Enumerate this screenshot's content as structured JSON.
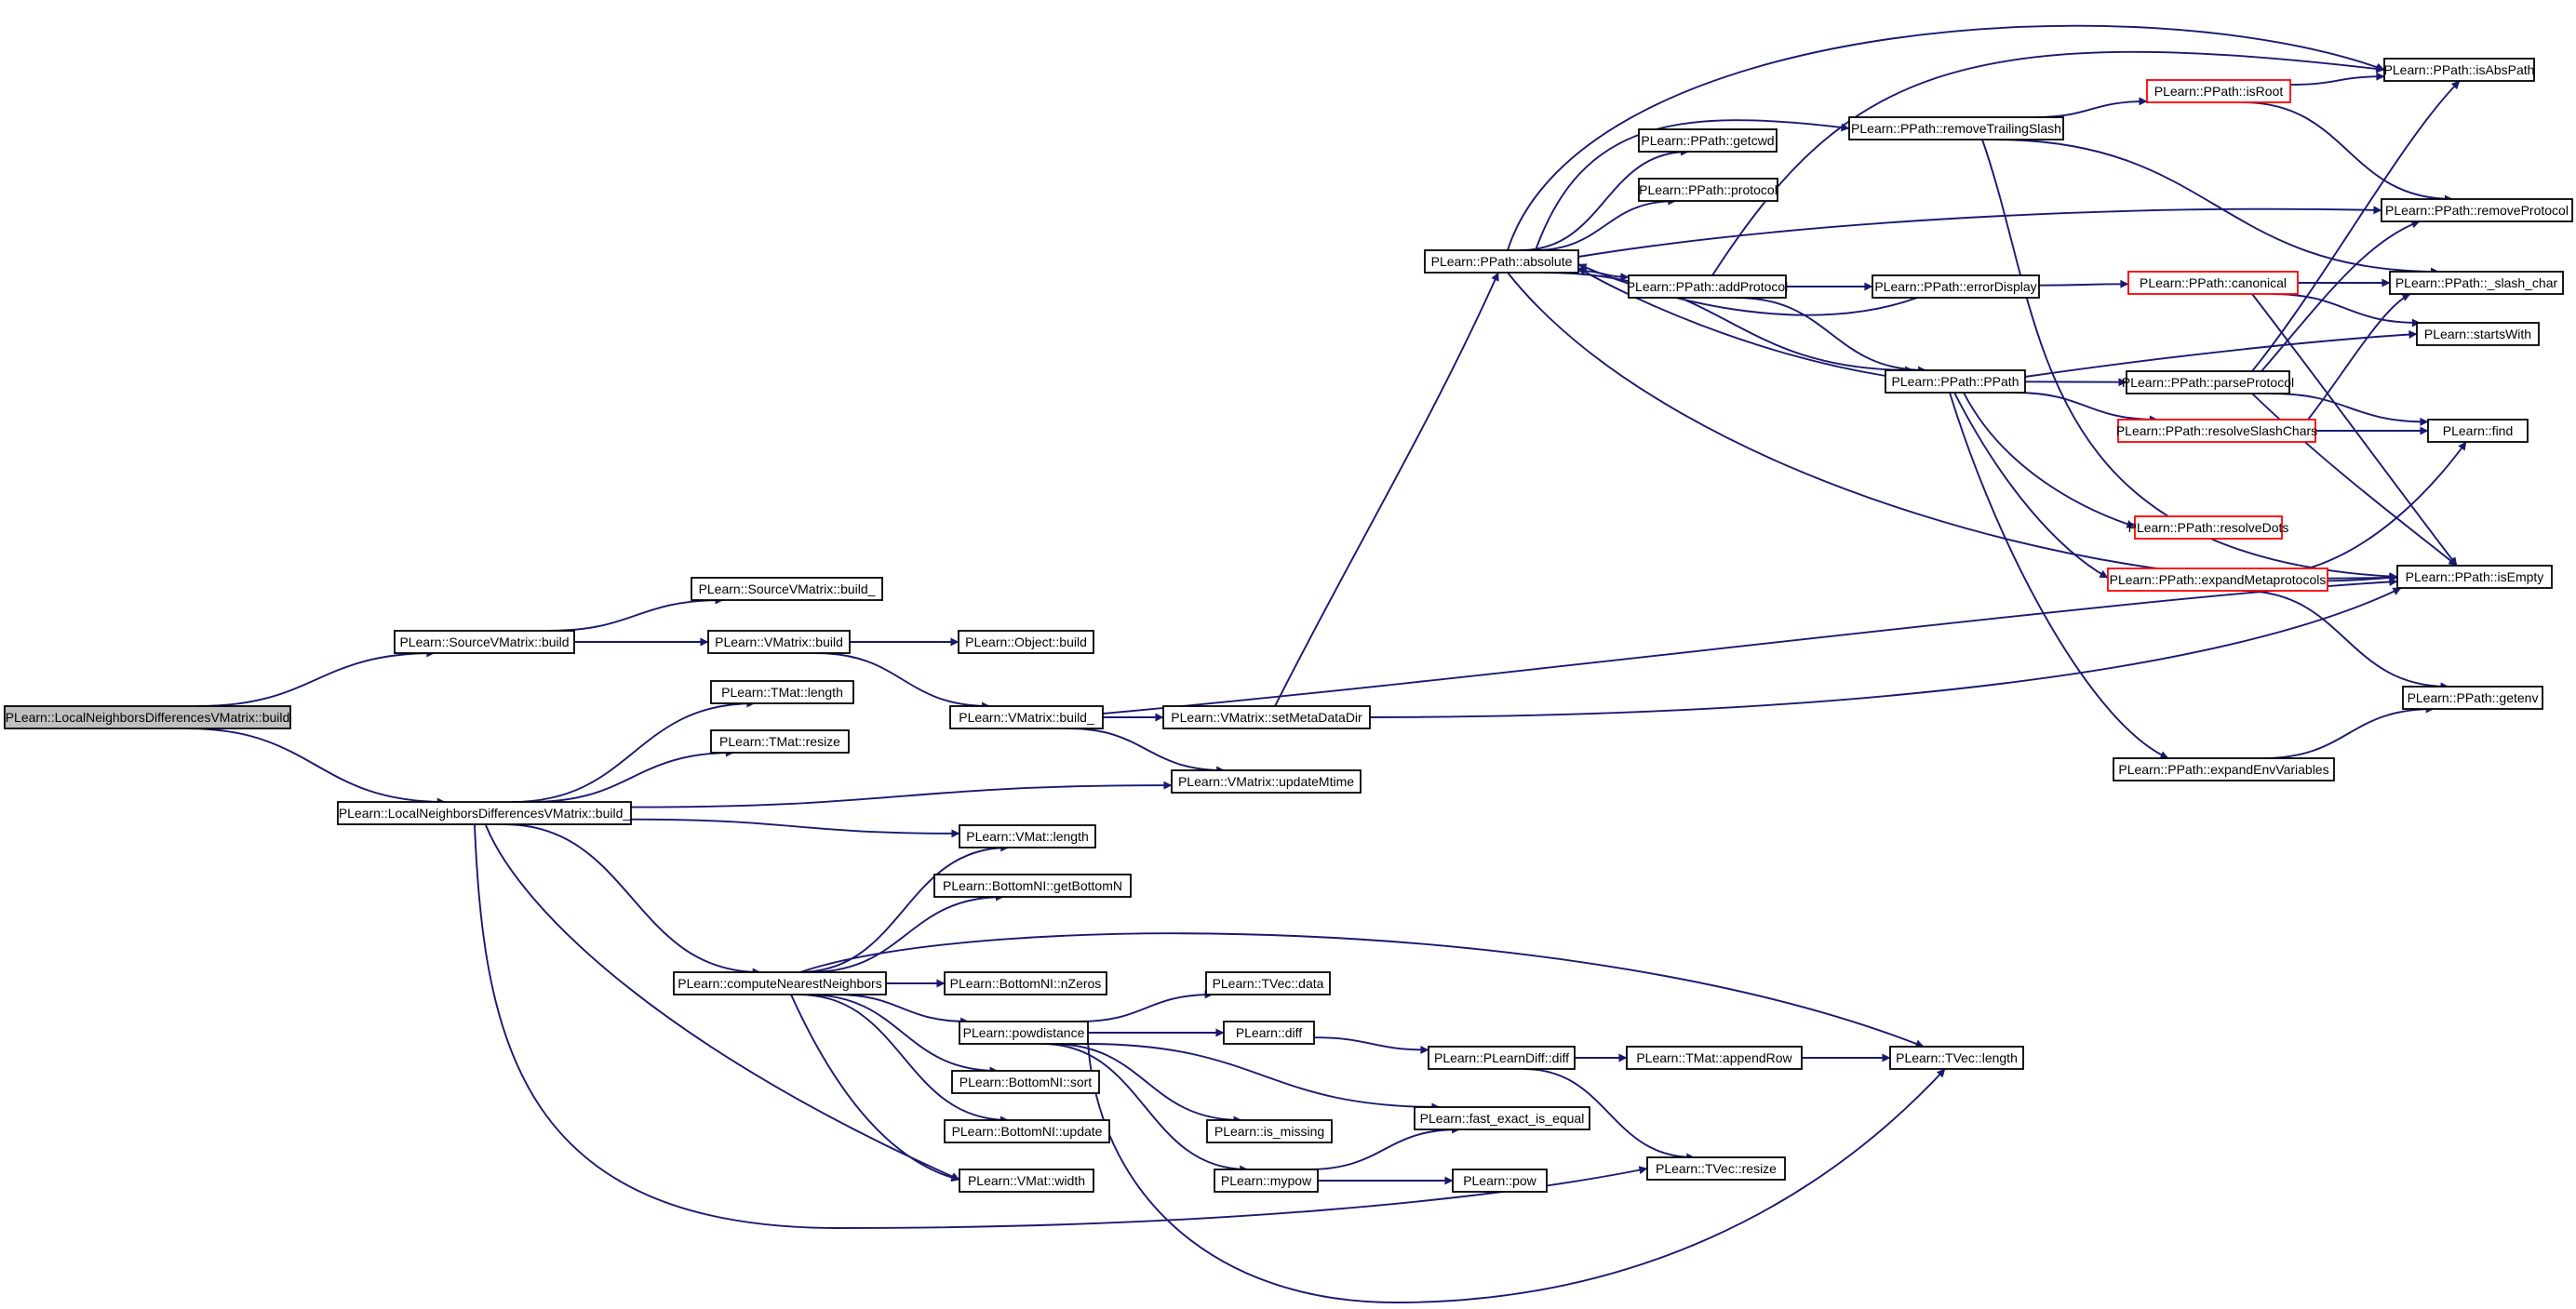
{
  "colors": {
    "edge": "#191970",
    "node_border": "#000000",
    "truncated_border": "#ff0000",
    "root_fill": "#bfbfbf",
    "background": "#ffffff"
  },
  "nodes": [
    {
      "id": "n_lndvm_build",
      "label": "PLearn::LocalNeighborsDifferencesVMatrix::build",
      "kind": "root"
    },
    {
      "id": "n_svm_build",
      "label": "PLearn::SourceVMatrix::build"
    },
    {
      "id": "n_lndvm_build_",
      "label": "PLearn::LocalNeighborsDifferencesVMatrix::build_"
    },
    {
      "id": "n_svm_build_",
      "label": "PLearn::SourceVMatrix::build_"
    },
    {
      "id": "n_vmatrix_build",
      "label": "PLearn::VMatrix::build"
    },
    {
      "id": "n_tmat_length",
      "label": "PLearn::TMat::length"
    },
    {
      "id": "n_tmat_resize",
      "label": "PLearn::TMat::resize"
    },
    {
      "id": "n_cnn",
      "label": "PLearn::computeNearestNeighbors"
    },
    {
      "id": "n_object_build",
      "label": "PLearn::Object::build"
    },
    {
      "id": "n_vmatrix_build_",
      "label": "PLearn::VMatrix::build_"
    },
    {
      "id": "n_vmat_length",
      "label": "PLearn::VMat::length"
    },
    {
      "id": "n_getbottomn",
      "label": "PLearn::BottomNI::getBottomN"
    },
    {
      "id": "n_nzeros",
      "label": "PLearn::BottomNI::nZeros"
    },
    {
      "id": "n_powdistance",
      "label": "PLearn::powdistance"
    },
    {
      "id": "n_bn_sort",
      "label": "PLearn::BottomNI::sort"
    },
    {
      "id": "n_bn_update",
      "label": "PLearn::BottomNI::update"
    },
    {
      "id": "n_vmat_width",
      "label": "PLearn::VMat::width"
    },
    {
      "id": "n_setmetadatadir",
      "label": "PLearn::VMatrix::setMetaDataDir"
    },
    {
      "id": "n_updatemtime",
      "label": "PLearn::VMatrix::updateMtime"
    },
    {
      "id": "n_tvec_data",
      "label": "PLearn::TVec::data"
    },
    {
      "id": "n_diff",
      "label": "PLearn::diff"
    },
    {
      "id": "n_is_missing",
      "label": "PLearn::is_missing"
    },
    {
      "id": "n_mypow",
      "label": "PLearn::mypow"
    },
    {
      "id": "n_absolute",
      "label": "PLearn::PPath::absolute"
    },
    {
      "id": "n_plearndiff",
      "label": "PLearn::PLearnDiff::diff"
    },
    {
      "id": "n_fast_exact",
      "label": "PLearn::fast_exact_is_equal"
    },
    {
      "id": "n_pow",
      "label": "PLearn::pow"
    },
    {
      "id": "n_getcwd",
      "label": "PLearn::PPath::getcwd"
    },
    {
      "id": "n_protocol",
      "label": "PLearn::PPath::protocol"
    },
    {
      "id": "n_addprotocol",
      "label": "PLearn::PPath::addProtocol"
    },
    {
      "id": "n_tmat_appendrow",
      "label": "PLearn::TMat::appendRow"
    },
    {
      "id": "n_tvec_resize",
      "label": "PLearn::TVec::resize"
    },
    {
      "id": "n_removetrailing",
      "label": "PLearn::PPath::removeTrailingSlash"
    },
    {
      "id": "n_errordisplay",
      "label": "PLearn::PPath::errorDisplay"
    },
    {
      "id": "n_ppath",
      "label": "PLearn::PPath::PPath"
    },
    {
      "id": "n_tvec_length",
      "label": "PLearn::TVec::length"
    },
    {
      "id": "n_isroot",
      "label": "PLearn::PPath::isRoot",
      "kind": "truncated"
    },
    {
      "id": "n_canonical",
      "label": "PLearn::PPath::canonical",
      "kind": "truncated"
    },
    {
      "id": "n_parseprotocol",
      "label": "PLearn::PPath::parseProtocol"
    },
    {
      "id": "n_resolveslash",
      "label": "PLearn::PPath::resolveSlashChars",
      "kind": "truncated"
    },
    {
      "id": "n_resolvedots",
      "label": "PLearn::PPath::resolveDots",
      "kind": "truncated"
    },
    {
      "id": "n_expandmeta",
      "label": "PLearn::PPath::expandMetaprotocols",
      "kind": "truncated"
    },
    {
      "id": "n_expandenv",
      "label": "PLearn::PPath::expandEnvVariables"
    },
    {
      "id": "n_isabspath",
      "label": "PLearn::PPath::isAbsPath"
    },
    {
      "id": "n_removeprotocol",
      "label": "PLearn::PPath::removeProtocol"
    },
    {
      "id": "n_slashchar",
      "label": "PLearn::PPath::_slash_char"
    },
    {
      "id": "n_startswith",
      "label": "PLearn::startsWith"
    },
    {
      "id": "n_find",
      "label": "PLearn::find"
    },
    {
      "id": "n_isempty",
      "label": "PLearn::PPath::isEmpty"
    },
    {
      "id": "n_getenv",
      "label": "PLearn::PPath::getenv"
    }
  ],
  "edges": [
    {
      "from": "n_lndvm_build",
      "to": "n_svm_build"
    },
    {
      "from": "n_lndvm_build",
      "to": "n_lndvm_build_"
    },
    {
      "from": "n_svm_build",
      "to": "n_svm_build_"
    },
    {
      "from": "n_svm_build",
      "to": "n_vmatrix_build"
    },
    {
      "from": "n_vmatrix_build",
      "to": "n_object_build"
    },
    {
      "from": "n_vmatrix_build",
      "to": "n_vmatrix_build_"
    },
    {
      "from": "n_vmatrix_build_",
      "to": "n_setmetadatadir"
    },
    {
      "from": "n_vmatrix_build_",
      "to": "n_updatemtime"
    },
    {
      "from": "n_vmatrix_build_",
      "to": "n_isempty"
    },
    {
      "from": "n_setmetadatadir",
      "to": "n_absolute"
    },
    {
      "from": "n_setmetadatadir",
      "to": "n_isempty"
    },
    {
      "from": "n_lndvm_build_",
      "to": "n_tmat_length"
    },
    {
      "from": "n_lndvm_build_",
      "to": "n_tmat_resize"
    },
    {
      "from": "n_lndvm_build_",
      "to": "n_updatemtime"
    },
    {
      "from": "n_lndvm_build_",
      "to": "n_vmat_length"
    },
    {
      "from": "n_lndvm_build_",
      "to": "n_cnn"
    },
    {
      "from": "n_lndvm_build_",
      "to": "n_vmat_width"
    },
    {
      "from": "n_lndvm_build_",
      "to": "n_tvec_resize"
    },
    {
      "from": "n_cnn",
      "to": "n_vmat_length"
    },
    {
      "from": "n_cnn",
      "to": "n_getbottomn"
    },
    {
      "from": "n_cnn",
      "to": "n_nzeros"
    },
    {
      "from": "n_cnn",
      "to": "n_powdistance"
    },
    {
      "from": "n_cnn",
      "to": "n_bn_sort"
    },
    {
      "from": "n_cnn",
      "to": "n_bn_update"
    },
    {
      "from": "n_cnn",
      "to": "n_vmat_width"
    },
    {
      "from": "n_cnn",
      "to": "n_tvec_length"
    },
    {
      "from": "n_powdistance",
      "to": "n_tvec_data"
    },
    {
      "from": "n_powdistance",
      "to": "n_diff"
    },
    {
      "from": "n_powdistance",
      "to": "n_is_missing"
    },
    {
      "from": "n_powdistance",
      "to": "n_mypow"
    },
    {
      "from": "n_powdistance",
      "to": "n_fast_exact"
    },
    {
      "from": "n_powdistance",
      "to": "n_tvec_length"
    },
    {
      "from": "n_diff",
      "to": "n_plearndiff"
    },
    {
      "from": "n_plearndiff",
      "to": "n_tmat_appendrow"
    },
    {
      "from": "n_plearndiff",
      "to": "n_tvec_resize"
    },
    {
      "from": "n_tmat_appendrow",
      "to": "n_tvec_length"
    },
    {
      "from": "n_mypow",
      "to": "n_fast_exact"
    },
    {
      "from": "n_mypow",
      "to": "n_pow"
    },
    {
      "from": "n_absolute",
      "to": "n_getcwd"
    },
    {
      "from": "n_absolute",
      "to": "n_protocol"
    },
    {
      "from": "n_absolute",
      "to": "n_addprotocol"
    },
    {
      "from": "n_absolute",
      "to": "n_removetrailing"
    },
    {
      "from": "n_absolute",
      "to": "n_ppath"
    },
    {
      "from": "n_absolute",
      "to": "n_isabspath"
    },
    {
      "from": "n_absolute",
      "to": "n_removeprotocol"
    },
    {
      "from": "n_absolute",
      "to": "n_isempty"
    },
    {
      "from": "n_addprotocol",
      "to": "n_errordisplay"
    },
    {
      "from": "n_addprotocol",
      "to": "n_ppath"
    },
    {
      "from": "n_addprotocol",
      "to": "n_isabspath"
    },
    {
      "from": "n_errordisplay",
      "to": "n_absolute"
    },
    {
      "from": "n_errordisplay",
      "to": "n_canonical"
    },
    {
      "from": "n_ppath",
      "to": "n_absolute"
    },
    {
      "from": "n_ppath",
      "to": "n_parseprotocol"
    },
    {
      "from": "n_ppath",
      "to": "n_resolveslash"
    },
    {
      "from": "n_ppath",
      "to": "n_resolvedots"
    },
    {
      "from": "n_ppath",
      "to": "n_expandmeta"
    },
    {
      "from": "n_ppath",
      "to": "n_expandenv"
    },
    {
      "from": "n_ppath",
      "to": "n_startswith"
    },
    {
      "from": "n_removetrailing",
      "to": "n_isroot"
    },
    {
      "from": "n_removetrailing",
      "to": "n_slashchar"
    },
    {
      "from": "n_removetrailing",
      "to": "n_isempty"
    },
    {
      "from": "n_isroot",
      "to": "n_isabspath"
    },
    {
      "from": "n_isroot",
      "to": "n_removeprotocol"
    },
    {
      "from": "n_canonical",
      "to": "n_slashchar"
    },
    {
      "from": "n_canonical",
      "to": "n_startswith"
    },
    {
      "from": "n_canonical",
      "to": "n_isempty"
    },
    {
      "from": "n_parseprotocol",
      "to": "n_isabspath"
    },
    {
      "from": "n_parseprotocol",
      "to": "n_removeprotocol"
    },
    {
      "from": "n_parseprotocol",
      "to": "n_find"
    },
    {
      "from": "n_parseprotocol",
      "to": "n_isempty"
    },
    {
      "from": "n_resolveslash",
      "to": "n_slashchar"
    },
    {
      "from": "n_resolveslash",
      "to": "n_find"
    },
    {
      "from": "n_expandmeta",
      "to": "n_find"
    },
    {
      "from": "n_expandmeta",
      "to": "n_isempty"
    },
    {
      "from": "n_expandmeta",
      "to": "n_getenv"
    },
    {
      "from": "n_expandenv",
      "to": "n_getenv"
    }
  ]
}
